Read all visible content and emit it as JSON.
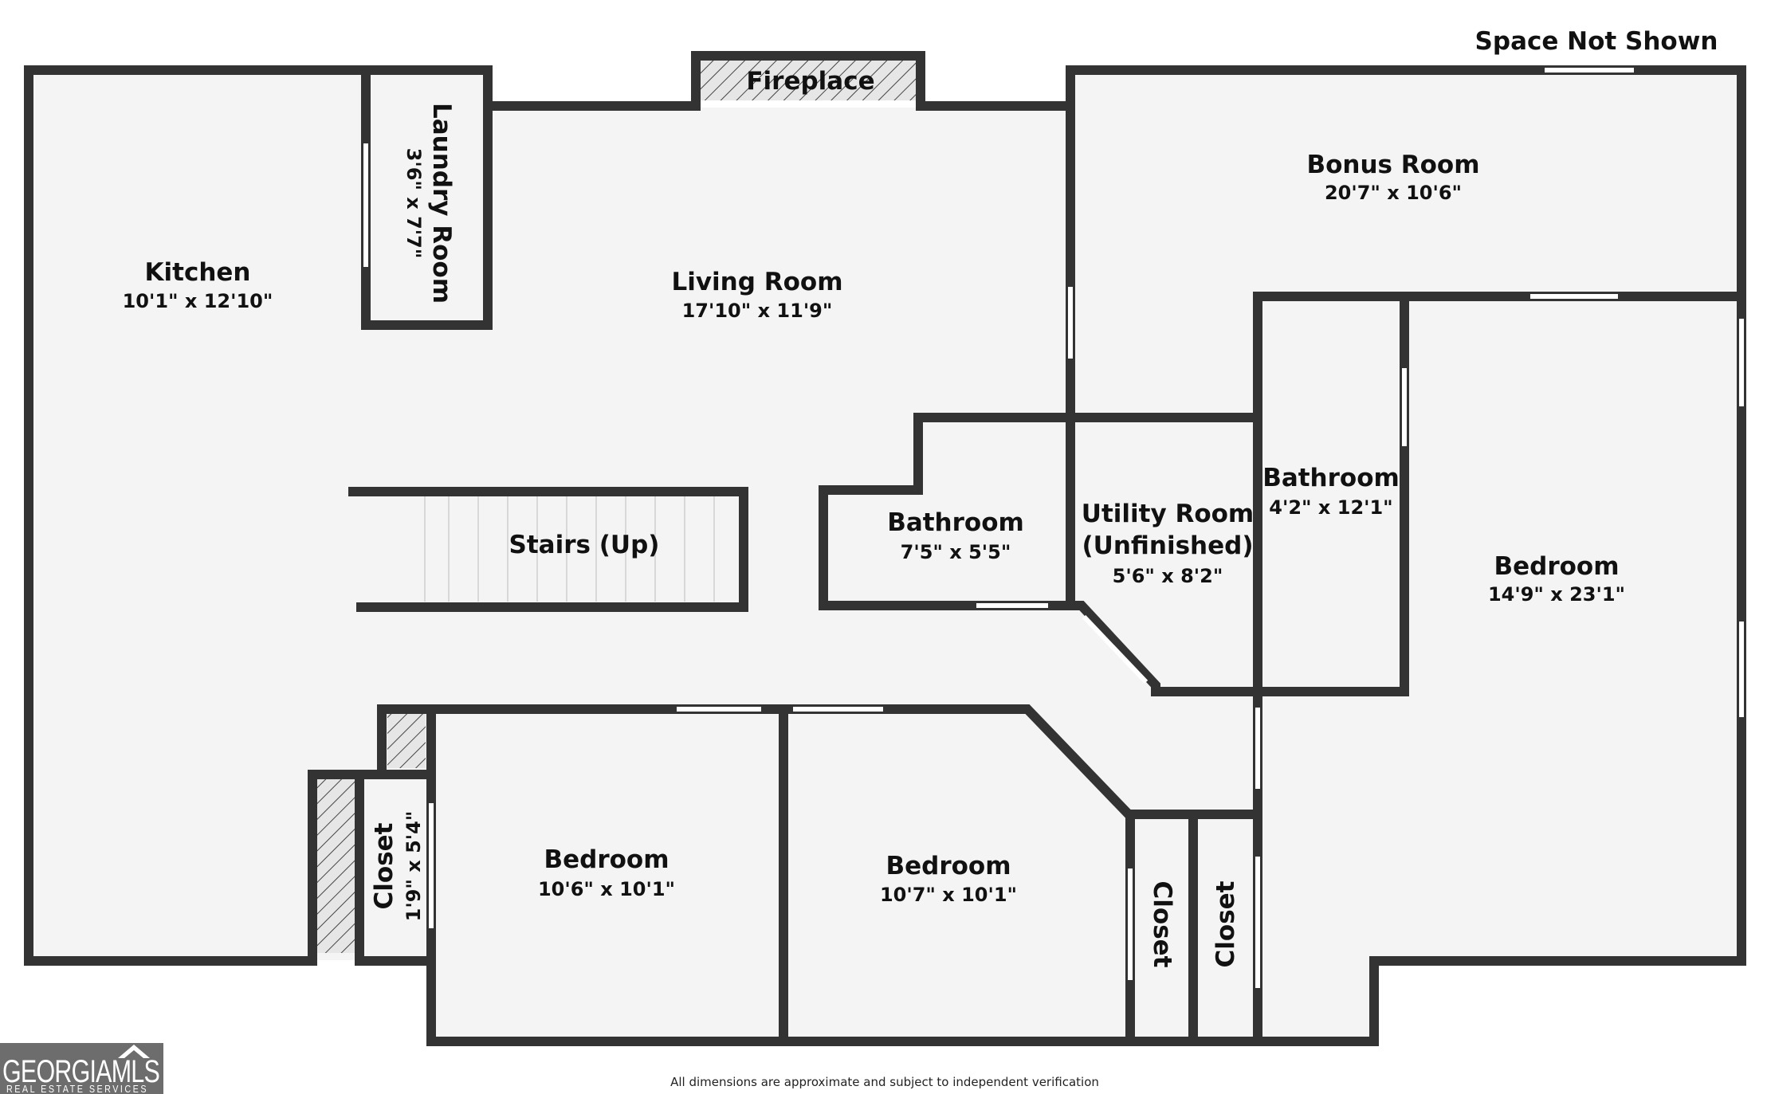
{
  "header_note": "Space Not Shown",
  "disclaimer": "All dimensions are approximate and subject to independent verification",
  "logo": {
    "name": "GEORGIAMLS",
    "tagline": "REAL ESTATE SERVICES"
  },
  "rooms": {
    "kitchen": {
      "name": "Kitchen",
      "dim": "10'1\" x 12'10\""
    },
    "laundry": {
      "name": "Laundry Room",
      "dim": "3'6\" x 7'7\""
    },
    "fireplace": {
      "name": "Fireplace"
    },
    "living": {
      "name": "Living Room",
      "dim": "17'10\" x 11'9\""
    },
    "bonus": {
      "name": "Bonus Room",
      "dim": "20'7\" x 10'6\""
    },
    "stairs": {
      "name": "Stairs (Up)"
    },
    "bath1": {
      "name": "Bathroom",
      "dim": "7'5\" x 5'5\""
    },
    "utility": {
      "name": "Utility Room",
      "name2": "(Unfinished)",
      "dim": "5'6\" x 8'2\""
    },
    "bath2": {
      "name": "Bathroom",
      "dim": "4'2\" x 12'1\""
    },
    "bedroom_large": {
      "name": "Bedroom",
      "dim": "14'9\" x 23'1\""
    },
    "closet1": {
      "name": "Closet",
      "dim": "1'9\" x 5'4\""
    },
    "bedroom1": {
      "name": "Bedroom",
      "dim": "10'6\" x 10'1\""
    },
    "bedroom2": {
      "name": "Bedroom",
      "dim": "10'7\" x 10'1\""
    },
    "closet2": {
      "name": "Closet"
    },
    "closet3": {
      "name": "Closet"
    }
  },
  "colors": {
    "wall": "#333333",
    "floor": "#f4f4f4",
    "logo_bg": "#6d6d6d"
  }
}
